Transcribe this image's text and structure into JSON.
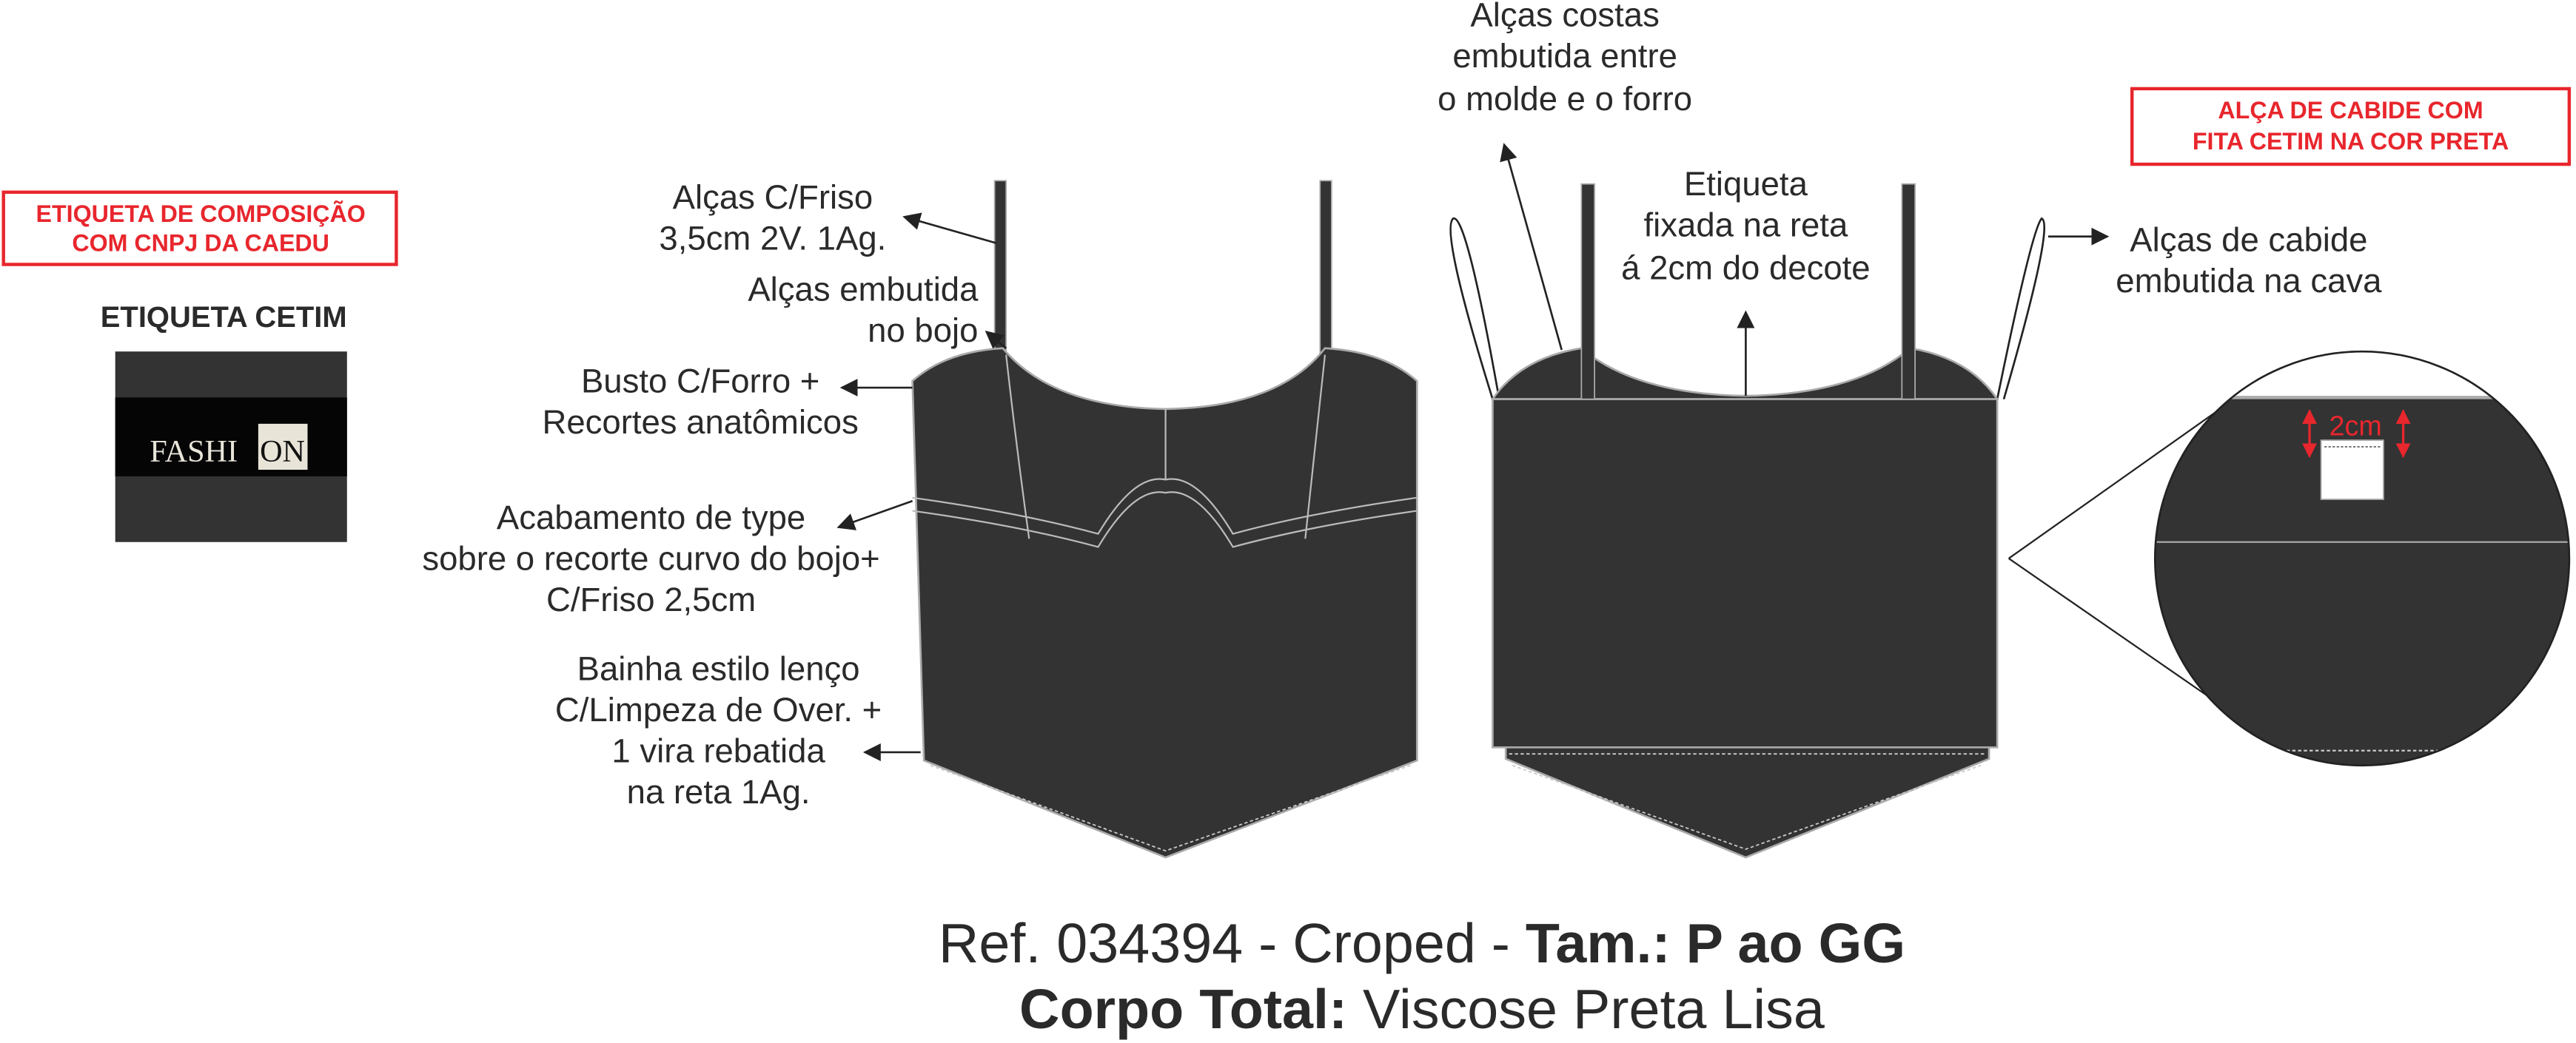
{
  "composition_label_note": [
    "ETIQUETA DE COMPOSIÇÃO",
    "COM CNPJ DA CAEDU"
  ],
  "satin_label": {
    "heading": "ETIQUETA CETIM",
    "logo_text_main": "FASHI",
    "logo_text_box": "ON"
  },
  "hanger_note": [
    "ALÇA DE CABIDE COM",
    "FITA CETIM NA COR PRETA"
  ],
  "front_annotations": {
    "straps": [
      "Alças C/Friso",
      "3,5cm 2V. 1Ag."
    ],
    "straps_embedded": [
      "Alças embutida",
      "no bojo"
    ],
    "bust": [
      "Busto C/Forro +",
      "Recortes anatômicos"
    ],
    "finish": [
      "Acabamento de type",
      "sobre o recorte curvo do bojo+",
      "C/Friso 2,5cm"
    ],
    "hem": [
      "Bainha estilo lenço",
      "C/Limpeza de Over. +",
      "1 vira rebatida",
      "na reta 1Ag."
    ]
  },
  "back_annotations": {
    "back_straps": [
      "Alças costas",
      "embutida entre",
      "o molde e o forro"
    ],
    "label": [
      "Etiqueta",
      "fixada na reta",
      "á 2cm do decote"
    ],
    "hanger_loops": [
      "Alças de cabide",
      "embutida na cava"
    ]
  },
  "detail": {
    "measure": "2cm"
  },
  "colors": {
    "accent_red": "#e8262d",
    "fabric": "#333333"
  },
  "footer": {
    "line1_regular": "Ref. 034394 - Croped - ",
    "line1_bold": "Tam.: P ao GG",
    "line2_bold": "Corpo Total:",
    "line2_regular": " Viscose Preta Lisa"
  }
}
